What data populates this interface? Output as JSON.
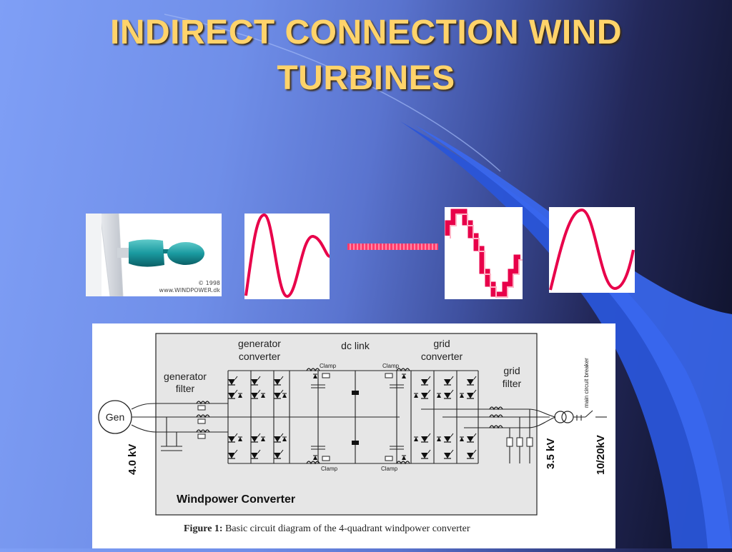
{
  "slide": {
    "title": "INDIRECT CONNECTION WIND TURBINES"
  },
  "images": {
    "turbine_watermark_year": "© 1998",
    "turbine_watermark_site": "www.WINDPOWER.dk"
  },
  "diagram": {
    "generator_label": "Gen",
    "generator_voltage": "4.0 kV",
    "generator_filter_l1": "generator",
    "generator_filter_l2": "filter",
    "generator_converter_l1": "generator",
    "generator_converter_l2": "converter",
    "dc_link": "dc link",
    "grid_converter_l1": "grid",
    "grid_converter_l2": "converter",
    "grid_filter_l1": "grid",
    "grid_filter_l2": "filter",
    "clamp_label": "Clamp",
    "converter_voltage": "3.5 kV",
    "grid_voltage": "10/20kV",
    "breaker_label": "main circuit breaker",
    "box_title": "Windpower Converter",
    "caption_bold": "Figure 1:",
    "caption_rest": " Basic circuit diagram of the 4-quadrant windpower converter"
  },
  "colors": {
    "title": "#ffd36a",
    "wave": "#e8004a",
    "swoosh": "#2a55d8"
  }
}
